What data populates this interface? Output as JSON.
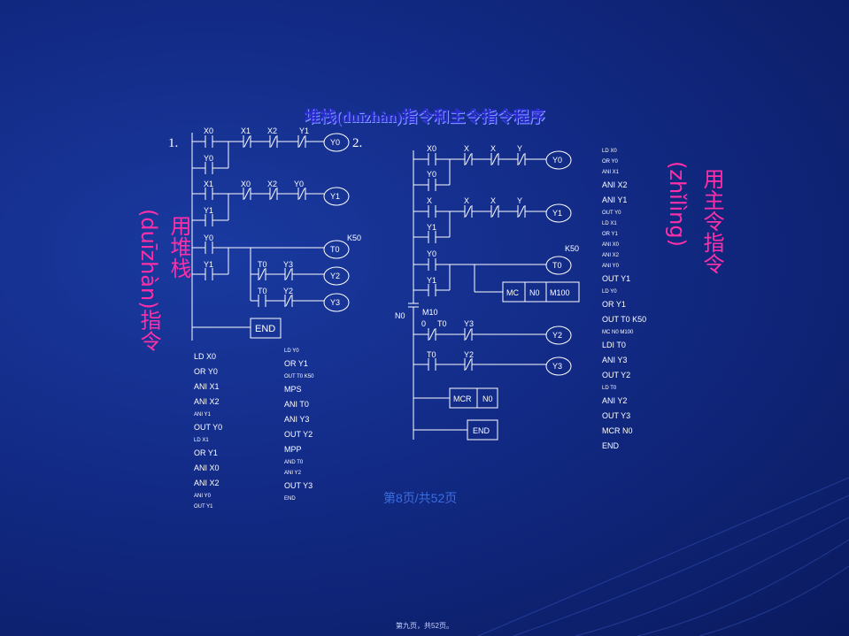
{
  "title": "堆栈(duīzhàn)指令和主令指令程序",
  "section1": "1.",
  "section2": "2.",
  "left_label": {
    "a": "用堆栈",
    "b": "(duīzhàn)指令"
  },
  "right_label": {
    "a": "用主令指令",
    "b": "(zhǐlìng)"
  },
  "ladder1": {
    "contacts": [
      "X0",
      "X1",
      "X2",
      "Y1",
      "Y0",
      "X1",
      "X0",
      "X2",
      "Y0",
      "Y1",
      "Y0",
      "T0",
      "Y3",
      "T0",
      "Y2",
      "Y1"
    ],
    "coils": [
      "Y0",
      "Y1",
      "T0",
      "Y2",
      "Y3"
    ],
    "k": "K50",
    "end": "END"
  },
  "ladder2": {
    "contacts": [
      "X0",
      "X",
      "X",
      "Y",
      "Y0",
      "X",
      "X",
      "X",
      "Y",
      "Y1",
      "Y0",
      "Y1",
      "0",
      "T0",
      "Y3",
      "T0",
      "Y2"
    ],
    "coils": [
      "Y0",
      "Y1",
      "T0",
      "Y2",
      "Y3"
    ],
    "k": "K50",
    "mc": [
      "MC",
      "N0",
      "M100"
    ],
    "n0": "N0",
    "m10": "M10",
    "mcr": [
      "MCR",
      "N0"
    ],
    "end": "END"
  },
  "code1": [
    {
      "t": "LD   X0",
      "s": 0
    },
    {
      "t": "OR   Y0",
      "s": 0
    },
    {
      "t": "ANI   X1",
      "s": 0
    },
    {
      "t": "ANI   X2",
      "s": 0
    },
    {
      "t": "ANI  Y1",
      "s": 1
    },
    {
      "t": "OUT  Y0",
      "s": 0
    },
    {
      "t": "LD   X1",
      "s": 1
    },
    {
      "t": "OR    Y1",
      "s": 0
    },
    {
      "t": "ANI   X0",
      "s": 0
    },
    {
      "t": "ANI   X2",
      "s": 0
    },
    {
      "t": "ANI   Y0",
      "s": 1
    },
    {
      "t": "OUT  Y1",
      "s": 1
    }
  ],
  "code2": [
    {
      "t": "LD   Y0",
      "s": 1
    },
    {
      "t": "OR    Y1",
      "s": 0
    },
    {
      "t": "OUT  T0   K50",
      "s": 1
    },
    {
      "t": "MPS",
      "s": 0
    },
    {
      "t": "ANI   T0",
      "s": 0
    },
    {
      "t": "ANI   Y3",
      "s": 0
    },
    {
      "t": "OUT  Y2",
      "s": 0
    },
    {
      "t": "MPP",
      "s": 0
    },
    {
      "t": "AND  T0",
      "s": 1
    },
    {
      "t": "ANI   Y2",
      "s": 1
    },
    {
      "t": "OUT   Y3",
      "s": 0
    },
    {
      "t": "END",
      "s": 1
    }
  ],
  "code3": [
    {
      "t": "LD   X0",
      "s": 1
    },
    {
      "t": "OR   Y0",
      "s": 1
    },
    {
      "t": "ANI  X1",
      "s": 1
    },
    {
      "t": "ANI  X2",
      "s": 0
    },
    {
      "t": "ANI  Y1",
      "s": 0
    },
    {
      "t": "OUT  Y0",
      "s": 1
    },
    {
      "t": "LD   X1",
      "s": 1
    },
    {
      "t": "OR   Y1",
      "s": 1
    },
    {
      "t": "ANI  X0",
      "s": 1
    },
    {
      "t": "ANI  X2",
      "s": 1
    },
    {
      "t": "ANI  Y0",
      "s": 1
    },
    {
      "t": "OUT  Y1",
      "s": 0
    },
    {
      "t": "LD   Y0",
      "s": 1
    },
    {
      "t": "OR    Y1",
      "s": 0
    },
    {
      "t": "OUT  T0   K50",
      "s": 0
    },
    {
      "t": "MC   N0  M100",
      "s": 1
    },
    {
      "t": "LDI   T0",
      "s": 0
    },
    {
      "t": "ANI    Y3",
      "s": 0
    },
    {
      "t": "OUT   Y2",
      "s": 0
    },
    {
      "t": "LD    T0",
      "s": 1
    },
    {
      "t": "ANI    Y2",
      "s": 0
    },
    {
      "t": "OUT   Y3",
      "s": 0
    },
    {
      "t": "MCR   N0",
      "s": 0
    },
    {
      "t": "END",
      "s": 0
    }
  ],
  "page_number": "第8页/共52页",
  "footer": "第九页，共52页。",
  "colors": {
    "accent_text": "#ff2fa8",
    "title_text": "#2a2ad0",
    "page_text": "#3a6ee0"
  }
}
